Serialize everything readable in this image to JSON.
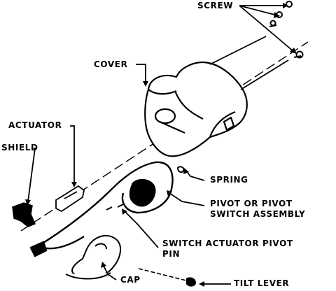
{
  "labels": {
    "screw": "SCREW",
    "cover": "COVER",
    "actuator": "ACTUATOR",
    "shield": "SHIELD",
    "spring": "SPRING",
    "pivot_line1": "PIVOT OR PIVOT",
    "pivot_line2": "SWITCH ASSEMBLY",
    "switch_pin_line1": "SWITCH ACTUATOR PIVOT",
    "switch_pin_line2": "PIN",
    "cap": "CAP",
    "tilt_lever": "TILT LEVER"
  },
  "colors": {
    "ink": "#000000",
    "paper": "#ffffff"
  }
}
